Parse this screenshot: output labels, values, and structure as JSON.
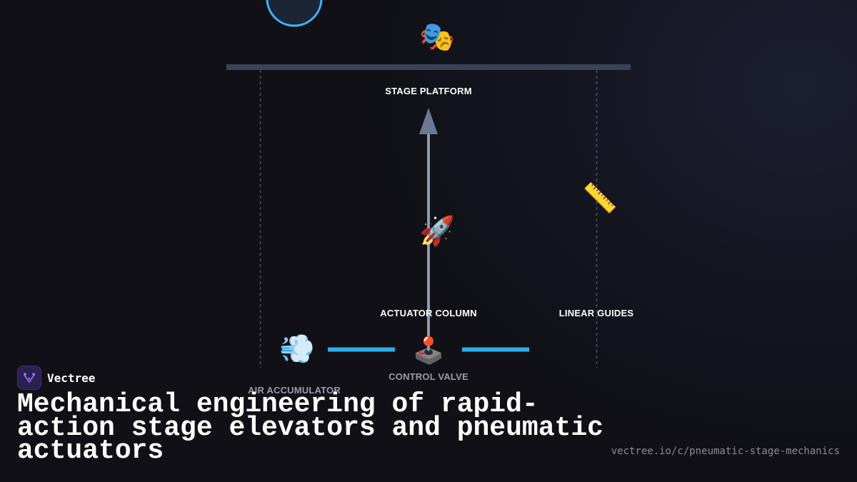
{
  "diagram": {
    "labels": {
      "stage_platform": "STAGE PLATFORM",
      "actuator_column": "ACTUATOR COLUMN",
      "linear_guides": "LINEAR GUIDES",
      "control_valve": "CONTROL VALVE",
      "air_accumulator": "AIR ACCUMULATOR"
    },
    "icons": {
      "stage": "🎭",
      "rocket": "🚀",
      "ruler": "📏",
      "air": "💨",
      "joystick": "🕹️"
    },
    "colors": {
      "platform": "#3a4255",
      "column": "#8f9bb3",
      "arrow": "#6b7891",
      "pipe": "#2ab0ec",
      "circle_stroke": "#3db3f5",
      "circle_fill": "#1b2536",
      "guide": "#4a5266"
    }
  },
  "brand": {
    "name": "Vectree"
  },
  "headline": "Mechanical engineering of rapid-action stage elevators and pneumatic actuators",
  "url": "vectree.io/c/pneumatic-stage-mechanics"
}
